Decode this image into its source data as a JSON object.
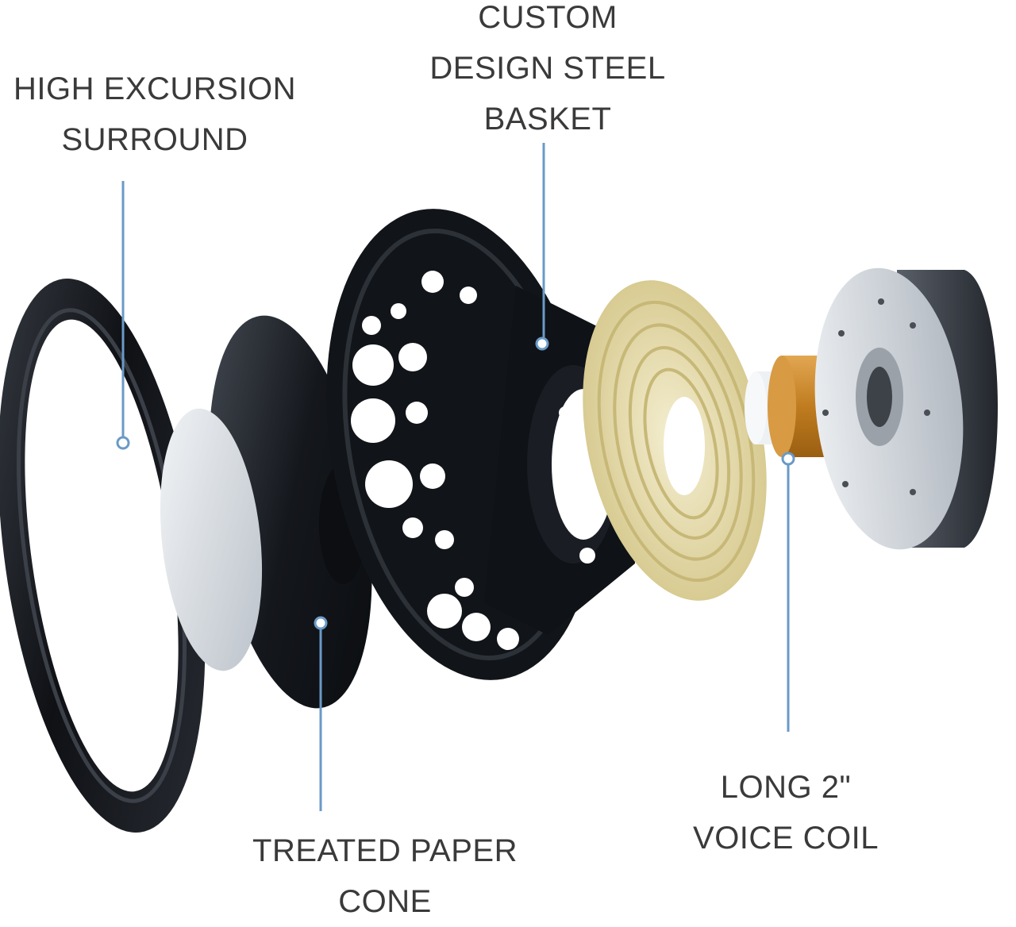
{
  "colors": {
    "background": "#ffffff",
    "label_text": "#3a3a3a",
    "callout_line": "#6a9ac7",
    "rubber_black": "#15181d",
    "dust_cap": "#dde2e8",
    "spider": "#e6dcb0",
    "voice_coil": "#c98a2b",
    "magnet_steel": "#d0d5db"
  },
  "components": [
    {
      "id": "surround",
      "icon": "surround-ring-icon",
      "lines": [
        "HIGH EXCURSION",
        "SURROUND"
      ]
    },
    {
      "id": "basket",
      "icon": "steel-basket-icon",
      "lines": [
        "CUSTOM",
        "DESIGN STEEL",
        "BASKET"
      ]
    },
    {
      "id": "cone",
      "icon": "paper-cone-icon",
      "lines": [
        "TREATED PAPER",
        "CONE"
      ]
    },
    {
      "id": "voice-coil",
      "icon": "voice-coil-icon",
      "lines": [
        "LONG 2\"",
        "VOICE COIL"
      ]
    }
  ]
}
